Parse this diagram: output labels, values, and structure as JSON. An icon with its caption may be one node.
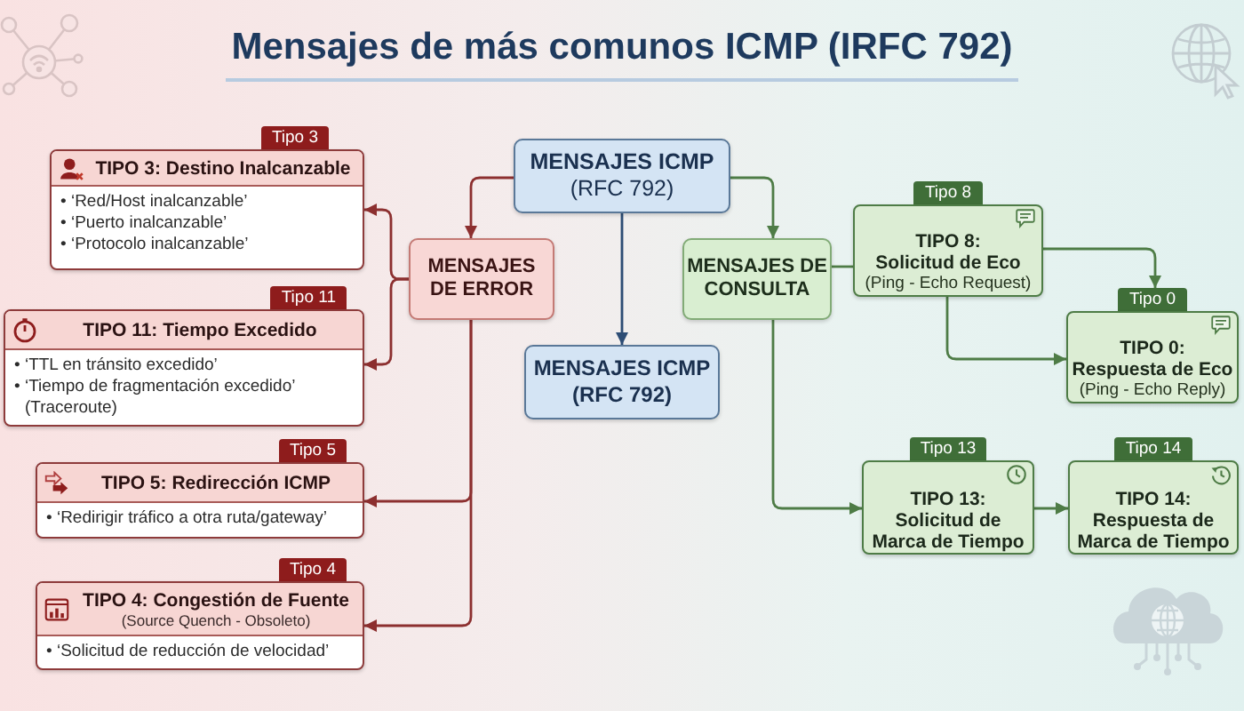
{
  "diagram": {
    "title": "Mensajes de más comunos ICMP (IRFC 792)",
    "nodes": [
      {
        "text": [
          "MENSAJES ICMP",
          "(RFC 792)"
        ]
      },
      {
        "text": [
          "MENSAJES DE ERROR"
        ]
      },
      {
        "text": [
          "MENSAJES DE CONSULTA"
        ]
      },
      {
        "text": [
          "MENSAJES ICMP (RFC 792)"
        ]
      },
      {
        "text": [
          "TIPO 3: Destino Inalcanzable",
          "• ‘Red/Host inalcanzable’",
          "• ‘Puerto inalcanzable’",
          "• ‘Protocolo inalcanzable’"
        ],
        "beside": [
          "Tipo 3"
        ]
      },
      {
        "text": [
          "TIPO 11: Tiempo Excedido",
          "• ‘TTL en tránsito excedido’",
          "• ‘Tiempo de fragmentación excedido’ (Traceroute)"
        ],
        "beside": [
          "Tipo 11"
        ]
      },
      {
        "text": [
          "TIPO 5: Redirección ICMP",
          "• ‘Redirigir tráfico a otra ruta/gateway’"
        ],
        "beside": [
          "Tipo 5"
        ]
      },
      {
        "text": [
          "TIPO 4: Congestión de Fuente",
          "(Source Quench - Obsoleto)",
          "• ‘Solicitud de reducción de velocidad’"
        ],
        "beside": [
          "Tipo 4"
        ]
      },
      {
        "text": [
          "TIPO 8: Solicitud de Eco",
          "(Ping - Echo Request)"
        ],
        "beside": [
          "Tipo 8"
        ]
      },
      {
        "text": [
          "TIPO 0: Respuesta de Eco",
          "(Ping - Echo Reply)"
        ],
        "beside": [
          "Tipo 0"
        ]
      },
      {
        "text": [
          "TIPO 13: Solicitud de Marca de Tiempo"
        ],
        "beside": [
          "Tipo 13"
        ]
      },
      {
        "text": [
          "TIPO 14: Respuesta de Marca de Tiempo"
        ],
        "beside": [
          "Tipo 14"
        ]
      }
    ],
    "edges": [
      {
        "from": 0,
        "to": 1,
        "arrow": "to",
        "color": "#8c2f2f"
      },
      {
        "from": 0,
        "to": 2,
        "arrow": "to"
      },
      {
        "from": 0,
        "to": 3,
        "arrow": "to",
        "color": "#2d4d75"
      },
      {
        "from": 1,
        "to": 4,
        "arrow": "to",
        "color": "#8c2f2f"
      },
      {
        "from": 1,
        "to": 5,
        "arrow": "to",
        "color": "#8c2f2f"
      },
      {
        "from": 1,
        "to": 6,
        "arrow": "to",
        "color": "#8c2f2f"
      },
      {
        "from": 1,
        "to": 7,
        "arrow": "to",
        "color": "#8c2f2f"
      },
      {
        "from": 2,
        "to": 8,
        "arrow": "none"
      },
      {
        "from": 8,
        "to": 9,
        "arrow": "to"
      },
      {
        "from": 8,
        "to": 9,
        "arrow": "to"
      },
      {
        "from": 2,
        "to": 10,
        "arrow": "to"
      },
      {
        "from": 10,
        "to": 11,
        "arrow": "to"
      }
    ]
  }
}
